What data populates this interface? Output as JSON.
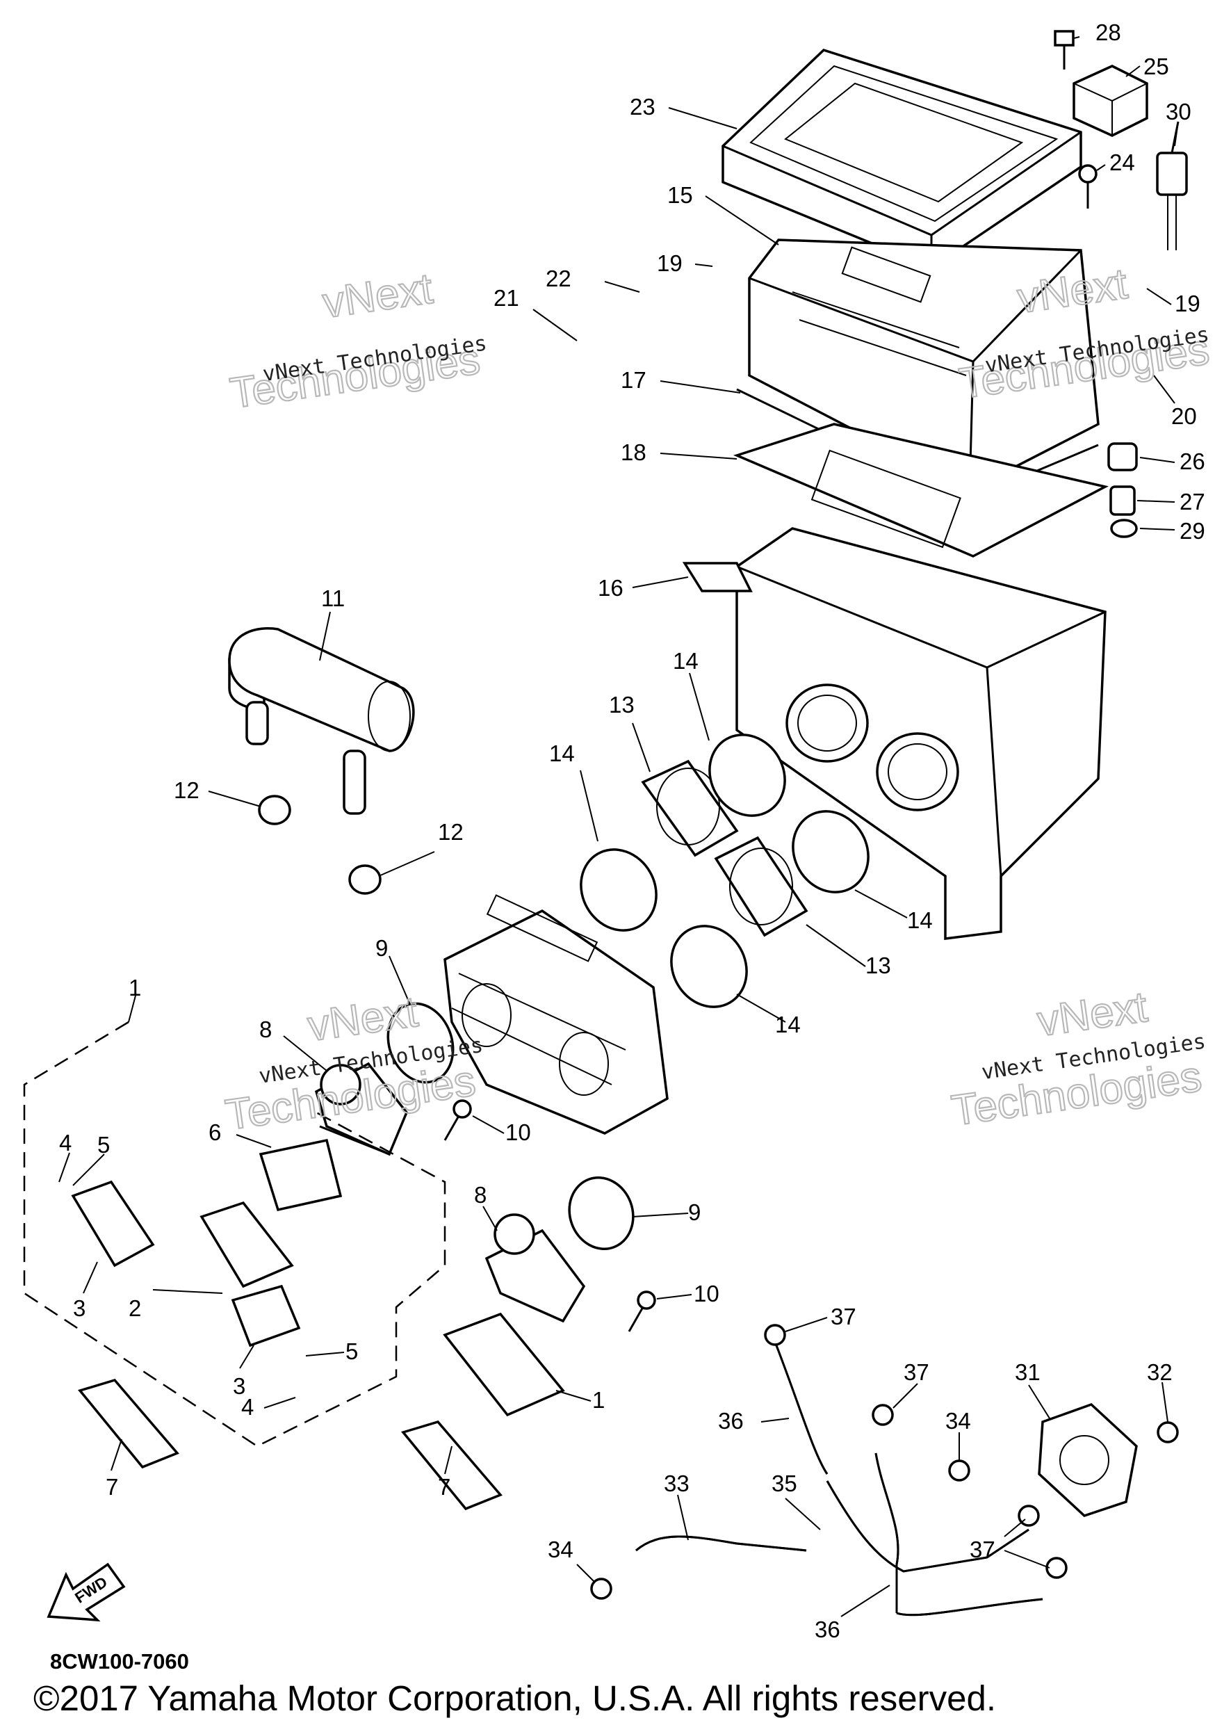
{
  "diagram_code": "8CW100-7060",
  "copyright": "©2017 Yamaha Motor Corporation, U.S.A. All rights reserved.",
  "fwd_label": "FWD",
  "watermark": {
    "line1": "vNext",
    "line2": "Technologies",
    "small": "vNext Technologies"
  },
  "callouts": [
    {
      "id": "c28",
      "text": "28"
    },
    {
      "id": "c25",
      "text": "25"
    },
    {
      "id": "c23",
      "text": "23"
    },
    {
      "id": "c30",
      "text": "30"
    },
    {
      "id": "c24",
      "text": "24"
    },
    {
      "id": "c15",
      "text": "15"
    },
    {
      "id": "c19a",
      "text": "19"
    },
    {
      "id": "c22",
      "text": "22"
    },
    {
      "id": "c21",
      "text": "21"
    },
    {
      "id": "c19b",
      "text": "19"
    },
    {
      "id": "c17",
      "text": "17"
    },
    {
      "id": "c20",
      "text": "20"
    },
    {
      "id": "c18",
      "text": "18"
    },
    {
      "id": "c26",
      "text": "26"
    },
    {
      "id": "c27",
      "text": "27"
    },
    {
      "id": "c29",
      "text": "29"
    },
    {
      "id": "c16",
      "text": "16"
    },
    {
      "id": "c11",
      "text": "11"
    },
    {
      "id": "c14a",
      "text": "14"
    },
    {
      "id": "c13a",
      "text": "13"
    },
    {
      "id": "c14b",
      "text": "14"
    },
    {
      "id": "c12a",
      "text": "12"
    },
    {
      "id": "c12b",
      "text": "12"
    },
    {
      "id": "c14c",
      "text": "14"
    },
    {
      "id": "c13b",
      "text": "13"
    },
    {
      "id": "c9a",
      "text": "9"
    },
    {
      "id": "c14d",
      "text": "14"
    },
    {
      "id": "c1a",
      "text": "1"
    },
    {
      "id": "c8a",
      "text": "8"
    },
    {
      "id": "c10a",
      "text": "10"
    },
    {
      "id": "c6",
      "text": "6"
    },
    {
      "id": "c4a",
      "text": "4"
    },
    {
      "id": "c5a",
      "text": "5"
    },
    {
      "id": "c8b",
      "text": "8"
    },
    {
      "id": "c9b",
      "text": "9"
    },
    {
      "id": "c3a",
      "text": "3"
    },
    {
      "id": "c2",
      "text": "2"
    },
    {
      "id": "c10b",
      "text": "10"
    },
    {
      "id": "c37a",
      "text": "37"
    },
    {
      "id": "c5b",
      "text": "5"
    },
    {
      "id": "c3b",
      "text": "3"
    },
    {
      "id": "c1b",
      "text": "1"
    },
    {
      "id": "c4b",
      "text": "4"
    },
    {
      "id": "c37b",
      "text": "37"
    },
    {
      "id": "c31",
      "text": "31"
    },
    {
      "id": "c32",
      "text": "32"
    },
    {
      "id": "c36a",
      "text": "36"
    },
    {
      "id": "c34a",
      "text": "34"
    },
    {
      "id": "c7a",
      "text": "7"
    },
    {
      "id": "c7b",
      "text": "7"
    },
    {
      "id": "c33",
      "text": "33"
    },
    {
      "id": "c35",
      "text": "35"
    },
    {
      "id": "c37c",
      "text": "37"
    },
    {
      "id": "c34b",
      "text": "34"
    },
    {
      "id": "c36b",
      "text": "36"
    }
  ]
}
